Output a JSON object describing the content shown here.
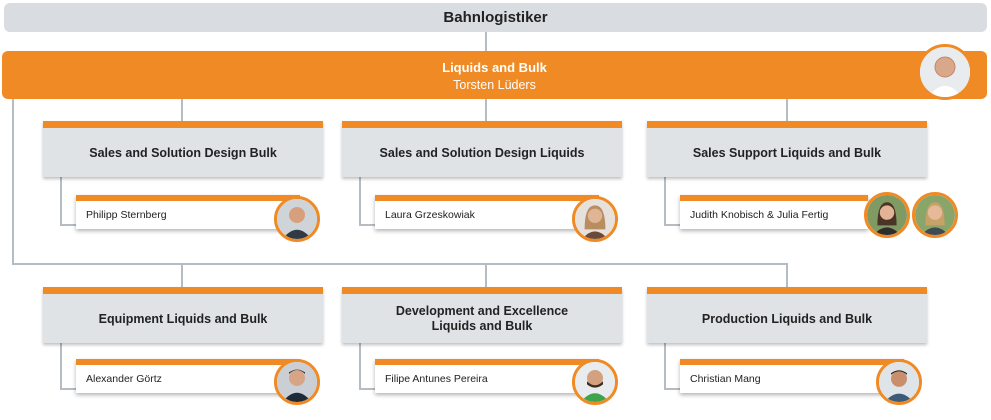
{
  "root": {
    "title": "Bahnlogistiker"
  },
  "head": {
    "unit": "Liquids and Bulk",
    "person": "Torsten Lüders"
  },
  "departments": [
    {
      "name": "Sales and Solution Design Bulk",
      "person": "Philipp Sternberg"
    },
    {
      "name": "Sales and Solution Design Liquids",
      "person": "Laura Grzeskowiak"
    },
    {
      "name": "Sales Support Liquids and Bulk",
      "person": "Judith Knobisch & Julia Fertig"
    },
    {
      "name": "Equipment Liquids and Bulk",
      "person": "Alexander Görtz"
    },
    {
      "name": "Development and Excellence Liquids and Bulk",
      "person": "Filipe Antunes Pereira"
    },
    {
      "name": "Production Liquids and Bulk",
      "person": "Christian Mang"
    }
  ],
  "colors": {
    "accent": "#f08a24",
    "box": "#dfe3e6",
    "connector": "#b5bcc3"
  }
}
